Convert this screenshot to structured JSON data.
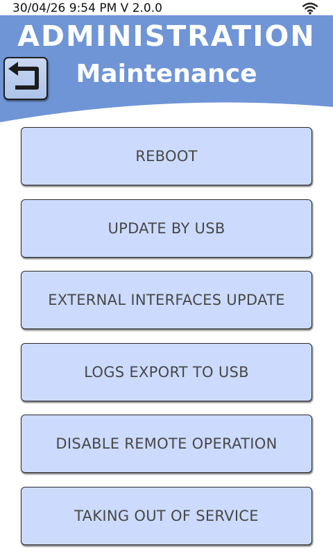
{
  "status_bar": {
    "text": "30/04/26 9:54 PM V 2.0.0",
    "icon": "wifi-icon"
  },
  "header": {
    "title": "ADMINISTRATION",
    "subtitle": "Maintenance",
    "back_icon": "return-arrow-icon"
  },
  "menu": {
    "items": [
      "REBOOT",
      "UPDATE BY USB",
      "EXTERNAL INTERFACES UPDATE",
      "LOGS EXPORT TO USB",
      "DISABLE REMOTE OPERATION",
      "TAKING OUT OF SERVICE"
    ]
  },
  "colors": {
    "header_blue": "#6f95d6",
    "button_fill": "#ccdbfd",
    "button_text": "#474747"
  }
}
